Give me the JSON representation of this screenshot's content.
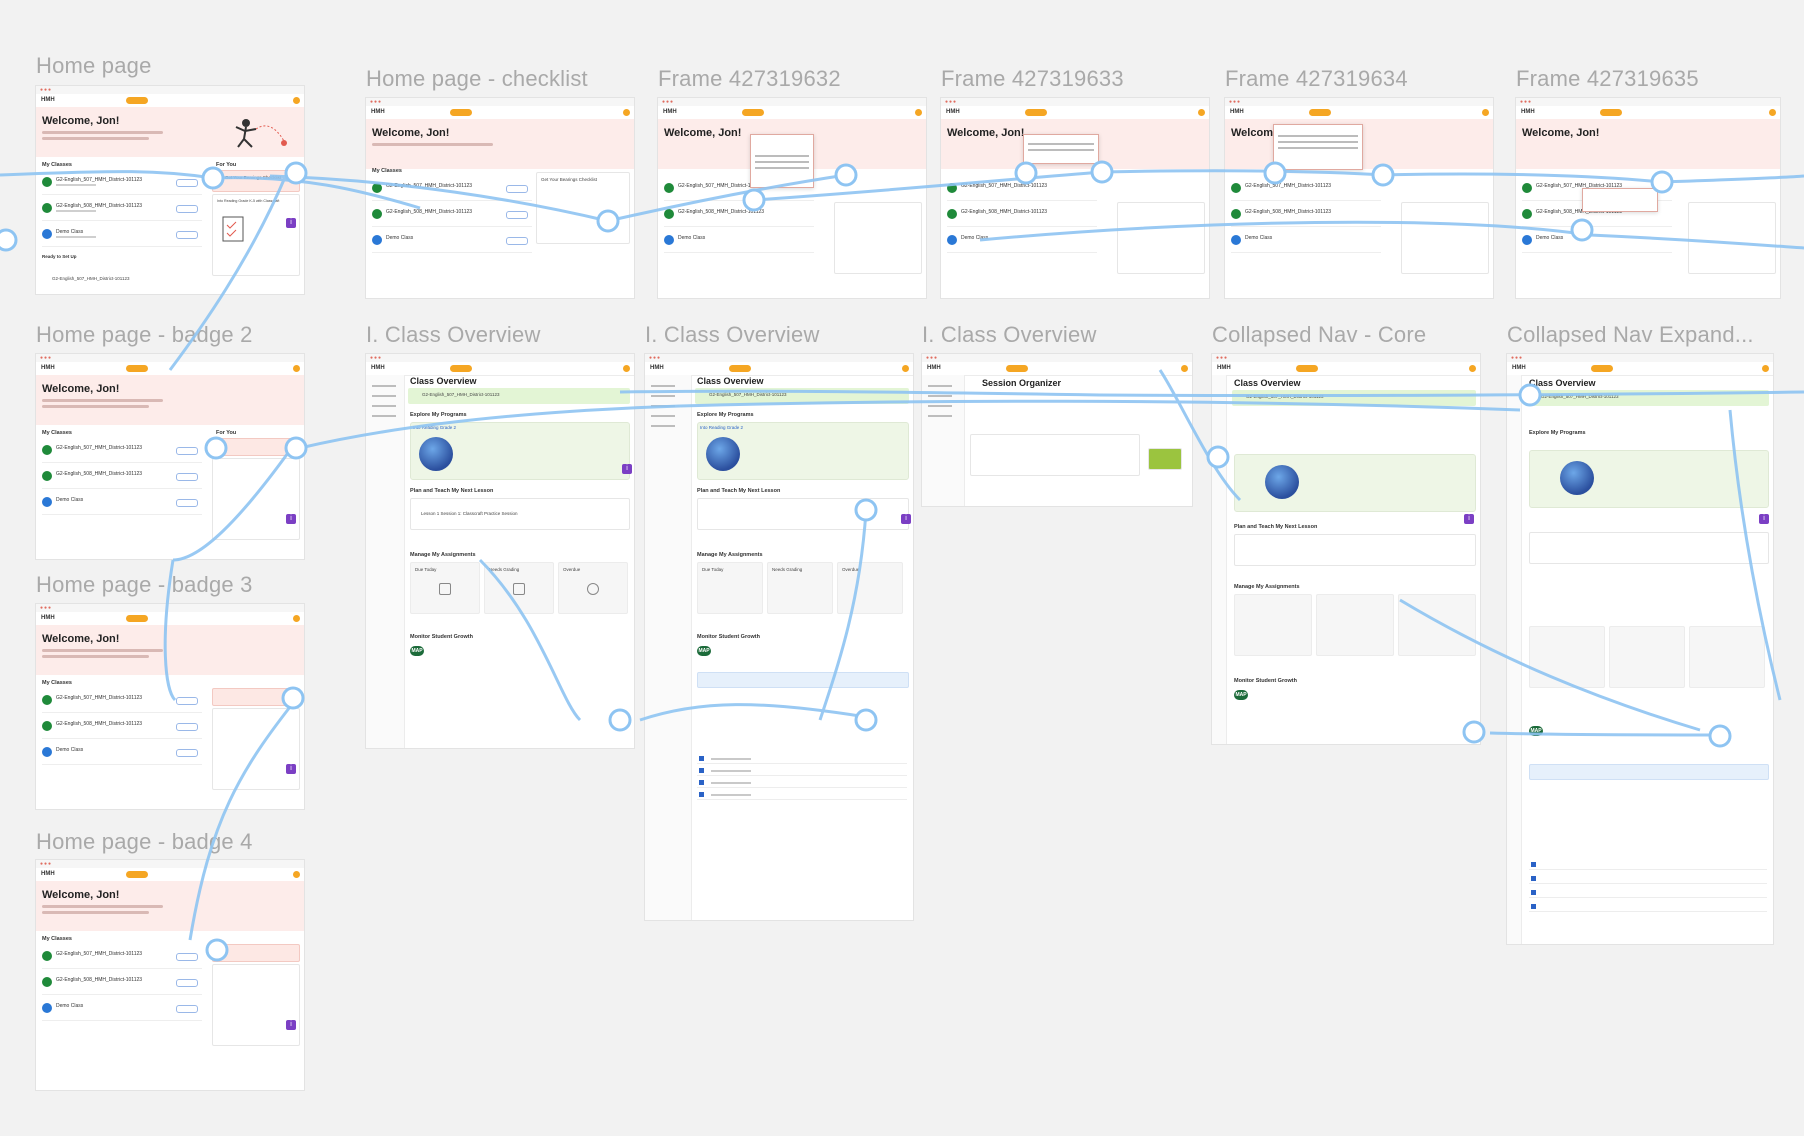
{
  "canvas": {
    "frames": [
      {
        "id": "home-page",
        "title": "Home page"
      },
      {
        "id": "home-page-checklist",
        "title": "Home page - checklist"
      },
      {
        "id": "frame-632",
        "title": "Frame 427319632"
      },
      {
        "id": "frame-633",
        "title": "Frame 427319633"
      },
      {
        "id": "frame-634",
        "title": "Frame 427319634"
      },
      {
        "id": "frame-635",
        "title": "Frame 427319635"
      },
      {
        "id": "home-page-badge-2",
        "title": "Home page - badge 2"
      },
      {
        "id": "class-overview-1",
        "title": "I. Class Overview"
      },
      {
        "id": "class-overview-2",
        "title": "I. Class Overview"
      },
      {
        "id": "class-overview-3",
        "title": "I. Class Overview"
      },
      {
        "id": "collapsed-nav-core",
        "title": "Collapsed Nav - Core"
      },
      {
        "id": "collapsed-nav-expand",
        "title": "Collapsed Nav Expand..."
      },
      {
        "id": "home-page-badge-3",
        "title": "Home page - badge 3"
      },
      {
        "id": "home-page-badge-4",
        "title": "Home page - badge 4"
      }
    ]
  },
  "home": {
    "welcome": "Welcome, Jon!",
    "my_classes": "My Classes",
    "for_you": "For You",
    "ready": "Ready to Set Up",
    "class_rows": [
      "G2-English_507_HMH_District-101123",
      "G2-English_508_HMH_District-101123",
      "Demo Class"
    ],
    "last_row": "G2-English_507_HMH_District-101123",
    "card_title": "Get Your Bearings Checklist",
    "pathway": "Into Reading Grade K-5 with Classcraft",
    "session_organizer": "Session Organizer"
  },
  "overview": {
    "title": "Class Overview",
    "class_name": "G2-English_507_HMH_District-101123",
    "explore": "Explore My Programs",
    "program": "Into Reading Grade 2",
    "plan": "Plan and Teach My Next Lesson",
    "manage": "Manage My Assignments",
    "monitor": "Monitor Student Growth",
    "map": "MAP",
    "lesson": "Lesson 1 Session 1: Classcraft Practice Session",
    "tiles": [
      "Due Today",
      "Needs Grading",
      "Overdue"
    ]
  },
  "colors": {
    "connector": "#8ec4f2",
    "accent": "#f5a623",
    "hero": "#fdecea",
    "green": "#1f8a3a",
    "purple": "#7b3fc4"
  }
}
